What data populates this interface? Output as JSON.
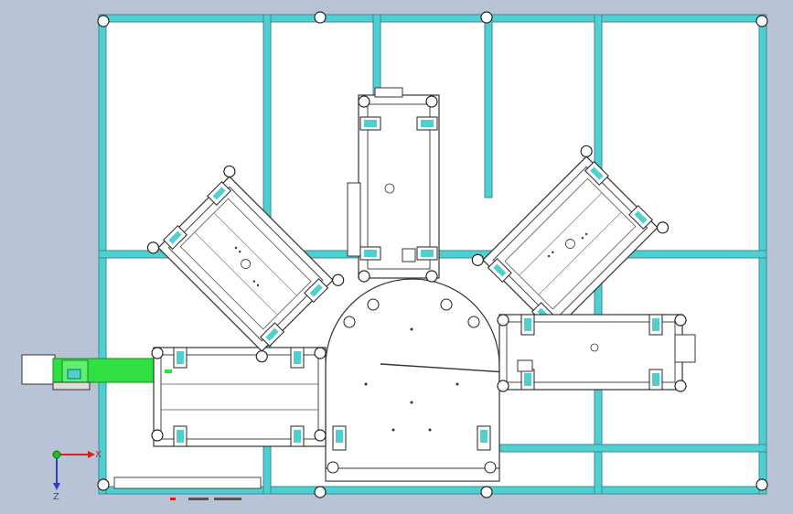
{
  "viewport": {
    "background_color": "#b8c4d6"
  },
  "colors": {
    "frame_profile": "#4fd0d0",
    "frame_edge": "#3a8a9a",
    "plate": "#ffffff",
    "plate_edge": "#404040",
    "conveyor_green": "#30e040",
    "linework": "#303030",
    "axis_x": "#d42020",
    "axis_y": "#20c020",
    "axis_z": "#3040c0",
    "red_marker": "#cc2020"
  },
  "triad": {
    "x_label": "X",
    "z_label": "Z",
    "x_icon": "axis-x-arrow",
    "y_icon": "axis-y-origin",
    "z_icon": "axis-z-arrow"
  },
  "assembly": {
    "stations": [
      {
        "id": "station-left"
      },
      {
        "id": "station-upper-left"
      },
      {
        "id": "station-top"
      },
      {
        "id": "station-upper-right"
      },
      {
        "id": "station-right"
      }
    ],
    "infeed": {
      "id": "green-infeed-conveyor"
    },
    "center_table": {
      "id": "rotary-center-table"
    }
  }
}
